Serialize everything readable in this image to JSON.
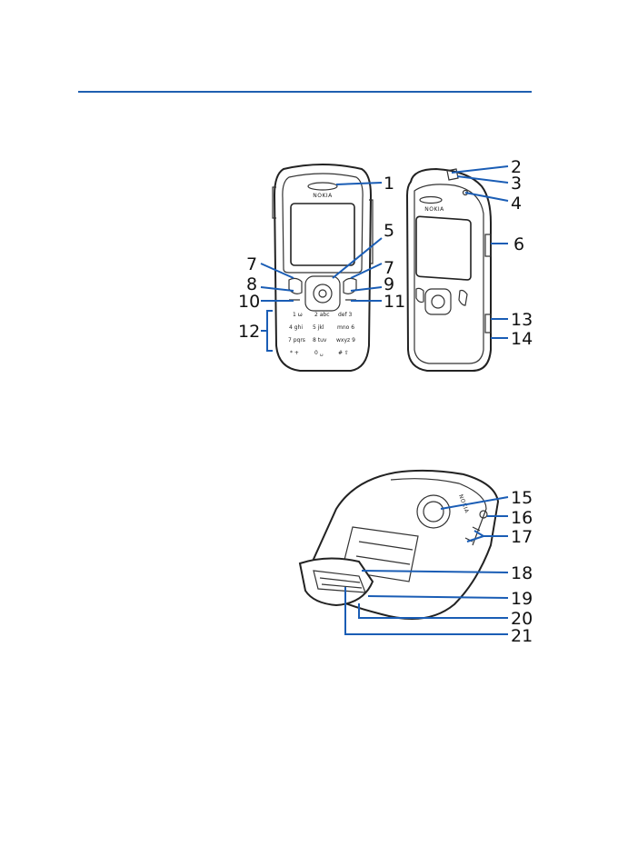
{
  "page": {
    "rule_color": "#1f5fb0"
  },
  "figures": {
    "front_side": {
      "brand_text": "NOKIA",
      "keypad": [
        "1 ω",
        "2 abc",
        "def 3",
        "4 ghi",
        "5 jkl",
        "mno 6",
        "7 pqrs",
        "8 tuv",
        "wxyz 9",
        "* +",
        "0 ␣",
        "# ⇧"
      ],
      "callouts": [
        "1",
        "2",
        "3",
        "4",
        "5",
        "6",
        "7",
        "7",
        "8",
        "9",
        "10",
        "11",
        "12",
        "13",
        "14"
      ]
    },
    "back": {
      "brand_text": "NOKIA",
      "callouts": [
        "15",
        "16",
        "17",
        "18",
        "19",
        "20",
        "21"
      ]
    }
  },
  "colors": {
    "leader": "#1a5db5",
    "ink": "#111111"
  }
}
